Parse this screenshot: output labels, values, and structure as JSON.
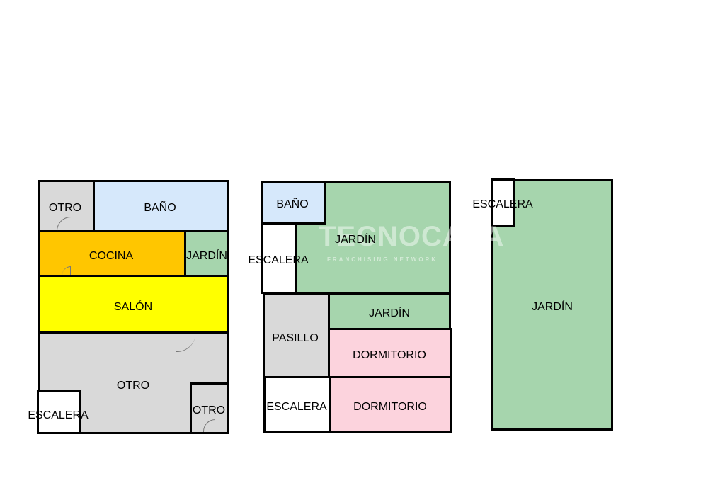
{
  "watermark": {
    "brand": "TECNOCASA",
    "tagline": "FRANCHISING NETWORK"
  },
  "plan1": {
    "otro_top": "OTRO",
    "bano": "BAÑO",
    "cocina": "COCINA",
    "jardin": "JARDÍN",
    "salon": "SALÓN",
    "otro_main": "OTRO",
    "escalera": "ESCALERA",
    "otro_small": "OTRO"
  },
  "plan2": {
    "bano": "BAÑO",
    "jardin_main": "JARDÍN",
    "escalera_top": "ESCALERA",
    "pasillo": "PASILLO",
    "jardin_small": "JARDÍN",
    "dormitorio_1": "DORMITORIO",
    "escalera_bottom": "ESCALERA",
    "dormitorio_2": "DORMITORIO"
  },
  "plan3": {
    "jardin": "JARDÍN",
    "escalera": "ESCALERA"
  },
  "colors": {
    "otro": "#d9d9d9",
    "bano": "#d6e8fb",
    "cocina": "#ffc600",
    "jardin": "#a6d5ad",
    "salon": "#ffff00",
    "dormitorio": "#fcd3dd",
    "escalera": "#ffffff"
  }
}
